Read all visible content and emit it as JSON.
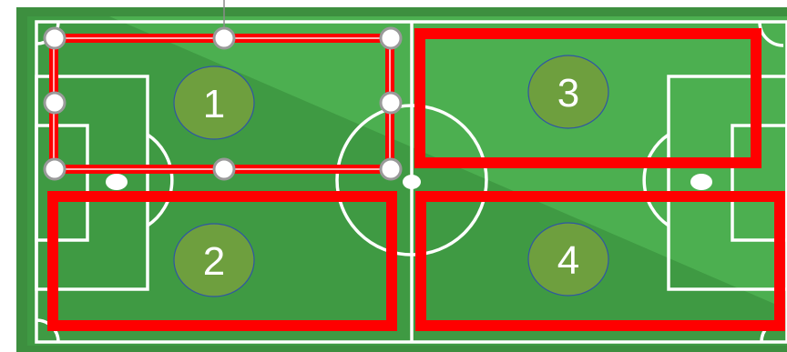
{
  "pitch": {
    "colors": {
      "field_light": "#4caf50",
      "field_dark": "#3f9a43",
      "border": "#3d8f3f",
      "lines": "#ffffff",
      "zone_outline": "#ff0000",
      "label_fill": "#6e9f3e"
    }
  },
  "zones": [
    {
      "label": "1",
      "selected": true
    },
    {
      "label": "2",
      "selected": false
    },
    {
      "label": "3",
      "selected": false
    },
    {
      "label": "4",
      "selected": false
    }
  ],
  "selection": {
    "handle_icon": "resize-handle-icon",
    "rotate_icon": "rotate-handle-icon"
  }
}
